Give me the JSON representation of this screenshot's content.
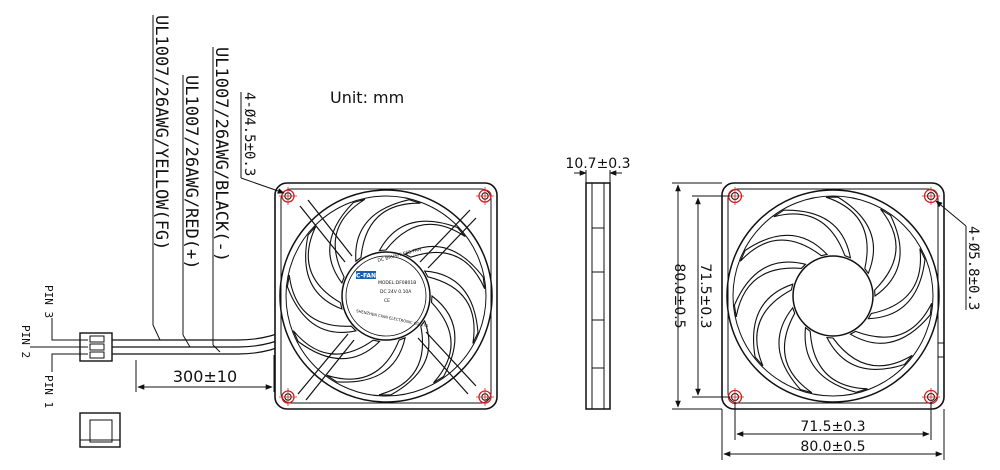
{
  "unit_label": "Unit: mm",
  "wires": {
    "yellow": "UL1007/26AWG/YELLOW(FG)",
    "red": "UL1007/26AWG/RED(+)",
    "black": "UL1007/26AWG/BLACK(-)"
  },
  "pins": {
    "pin1": "PIN 1",
    "pin2": "PIN 2",
    "pin3": "PIN 3"
  },
  "dimensions": {
    "wire_length": "300±10",
    "hole_small": "4-Ø4.5±0.3",
    "thickness": "10.7±0.3",
    "outer_left": "80.0±0.5",
    "pitch_left": "71.5±0.3",
    "hole_large": "4-Ø5.8±0.3",
    "pitch_bottom": "71.5±0.3",
    "outer_bottom": "80.0±0.5"
  },
  "label": {
    "brand": "C-FAN",
    "line1": "DC BRUSHLESS FAN",
    "line2": "MODEL:DF0801B",
    "line3": "DC 24V  0.10A",
    "line4": "CE",
    "line5": "SHENZHEN CFAN ELECTRONIC CO.,LTD"
  },
  "colors": {
    "line": "#111111",
    "hole_accent": "#d62020",
    "label_brand": "#1a5fb4"
  }
}
